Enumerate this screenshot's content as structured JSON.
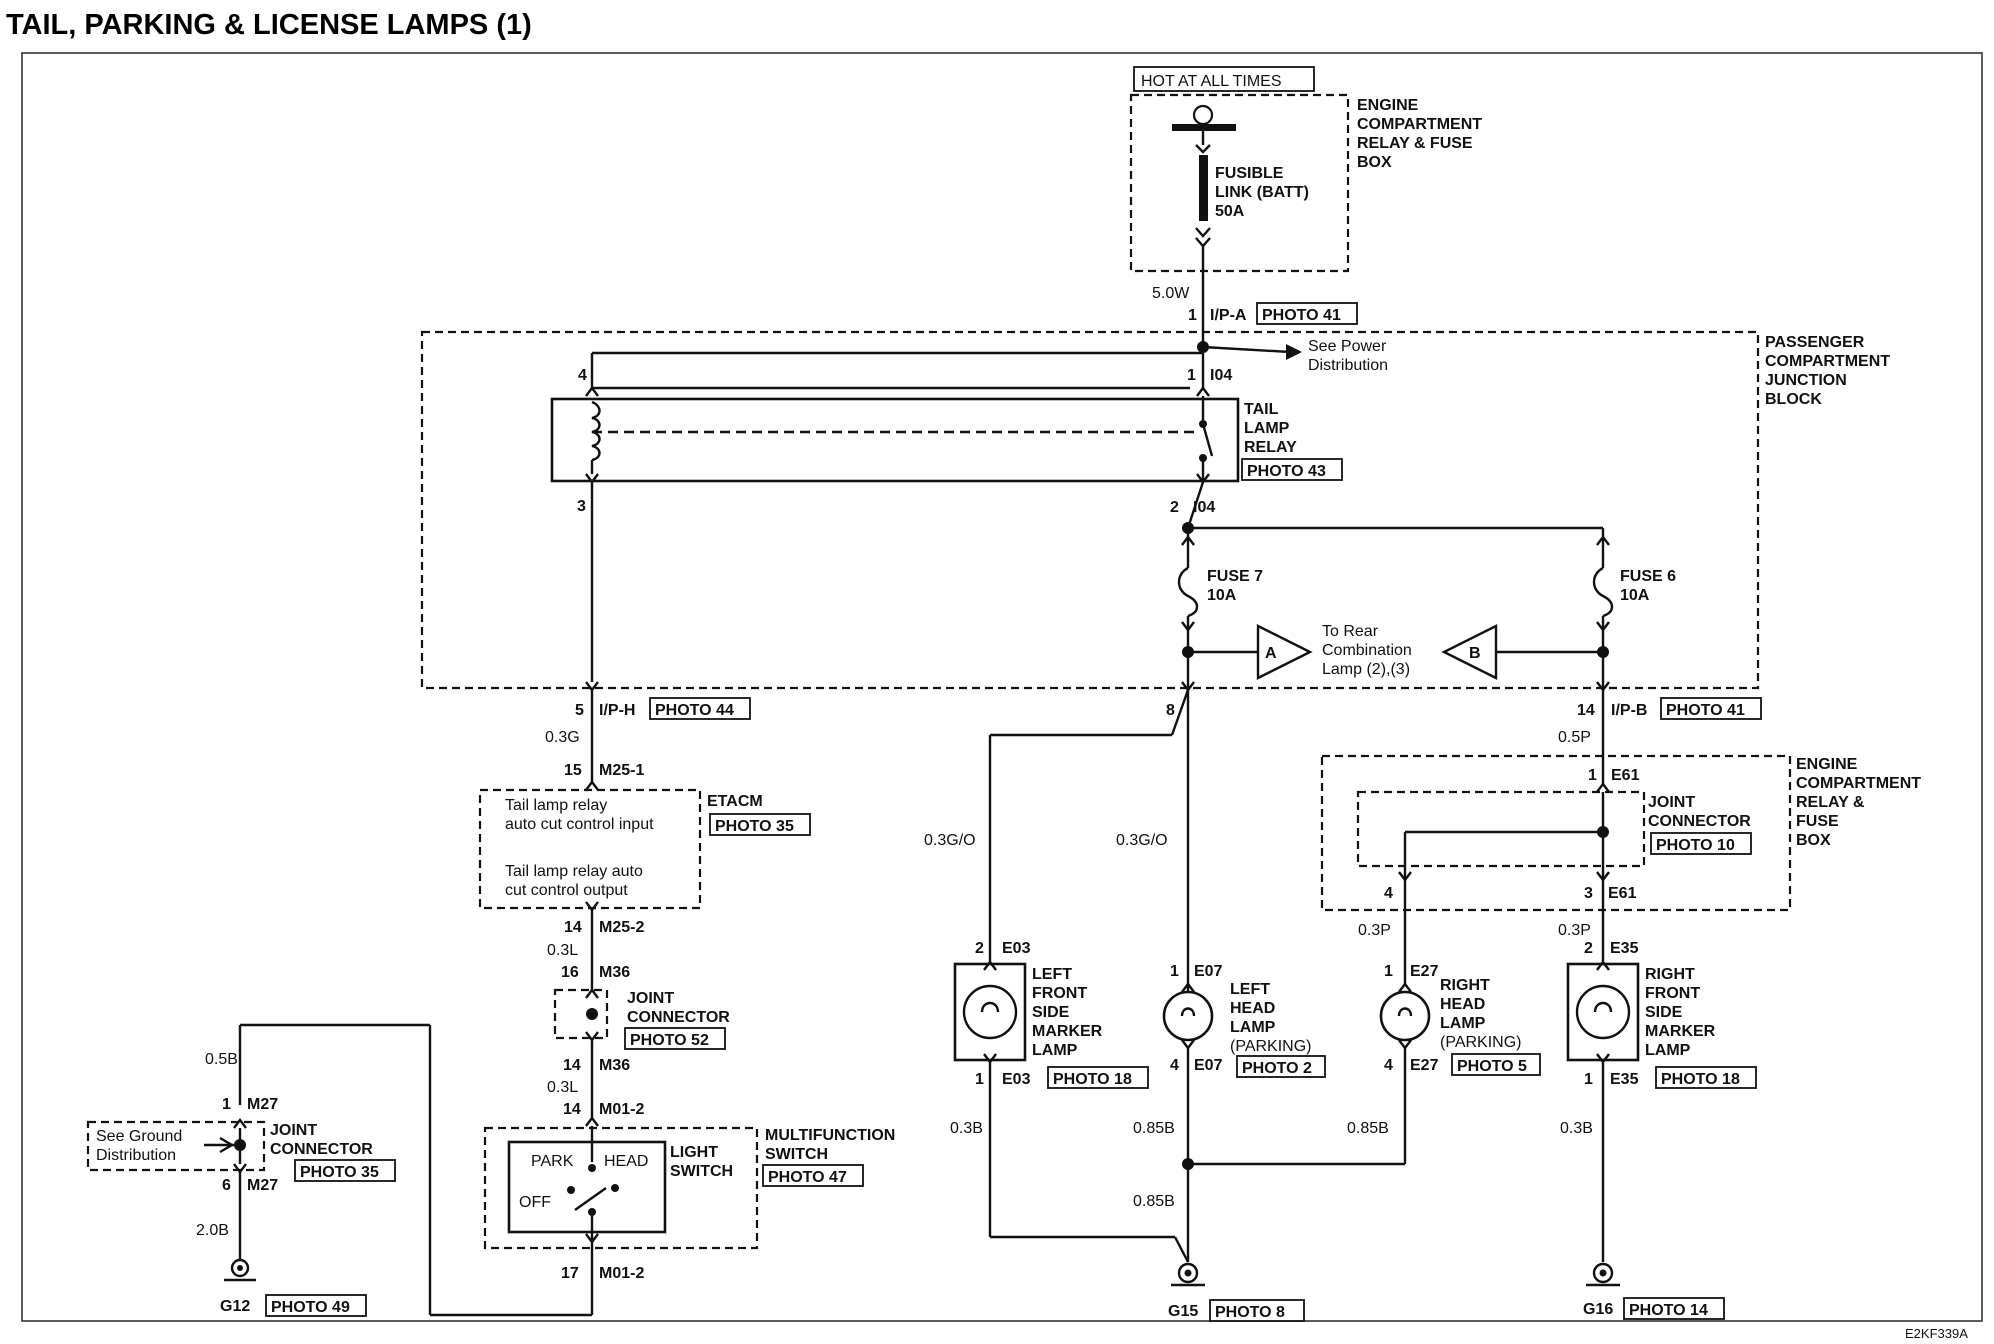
{
  "title": "TAIL, PARKING & LICENSE LAMPS (1)",
  "diagram_code": "E2KF339A",
  "power": {
    "hot_label": "HOT AT ALL TIMES",
    "fuse_box_name": [
      "ENGINE",
      "COMPARTMENT",
      "RELAY & FUSE",
      "BOX"
    ],
    "fusible_link": [
      "FUSIBLE",
      "LINK (BATT)",
      "50A"
    ]
  },
  "junction_block": {
    "name": [
      "PASSENGER",
      "COMPARTMENT",
      "JUNCTION",
      "BLOCK"
    ],
    "see_power": [
      "See Power",
      "Distribution"
    ],
    "relay_name": [
      "TAIL",
      "LAMP",
      "RELAY"
    ],
    "relay_photo": "PHOTO 43",
    "fuse7": [
      "FUSE 7",
      "10A"
    ],
    "fuse6": [
      "FUSE 6",
      "10A"
    ],
    "to_rear": [
      "To Rear",
      "Combination",
      "Lamp (2),(3)"
    ],
    "conn_a": "A",
    "conn_b": "B"
  },
  "connectors": {
    "ipa_pin": "1",
    "ipa": "I/P-A",
    "ipa_photo": "PHOTO 41",
    "i04_top_pin": "1",
    "i04_top": "I04",
    "pin4": "4",
    "pin3": "3",
    "i04_bot_pin": "2",
    "i04_bot": "I04",
    "iph_pin": "5",
    "iph": "I/P-H",
    "iph_photo": "PHOTO 44",
    "pin8": "8",
    "ipb_pin": "14",
    "ipb": "I/P-B",
    "ipb_photo": "PHOTO 41",
    "m251_pin": "15",
    "m251": "M25-1",
    "m252_pin": "14",
    "m252": "M25-2",
    "m36_top_pin": "16",
    "m36_top": "M36",
    "m36_bot_pin": "14",
    "m36_bot": "M36",
    "m012_top_pin": "14",
    "m012_top": "M01-2",
    "m012_bot_pin": "17",
    "m012_bot": "M01-2",
    "m27_top_pin": "1",
    "m27_top": "M27",
    "m27_bot_pin": "6",
    "m27_bot": "M27",
    "e61_top_pin": "1",
    "e61_top": "E61",
    "e61_pin4": "4",
    "e61_bot_pin": "3",
    "e61_bot": "E61",
    "e03_top_pin": "2",
    "e03_top": "E03",
    "e03_bot_pin": "1",
    "e03_bot": "E03",
    "e07_top_pin": "1",
    "e07_top": "E07",
    "e07_bot_pin": "4",
    "e07_bot": "E07",
    "e27_top_pin": "1",
    "e27_top": "E27",
    "e27_bot_pin": "4",
    "e27_bot": "E27",
    "e35_top_pin": "2",
    "e35_top": "E35",
    "e35_bot_pin": "1",
    "e35_bot": "E35"
  },
  "wires": {
    "w50w": "5.0W",
    "w03g": "0.3G",
    "w03l_a": "0.3L",
    "w03l_b": "0.3L",
    "w05b": "0.5B",
    "w20b": "2.0B",
    "w05p": "0.5P",
    "w03go_a": "0.3G/O",
    "w03go_b": "0.3G/O",
    "w03p_a": "0.3P",
    "w03p_b": "0.3P",
    "w03b_a": "0.3B",
    "w085b_a": "0.85B",
    "w085b_b": "0.85B",
    "w085b_c": "0.85B",
    "w03b_b": "0.3B"
  },
  "etacm": {
    "name": "ETACM",
    "photo": "PHOTO 35",
    "input_text": [
      "Tail lamp relay",
      "auto cut control input"
    ],
    "output_text": [
      "Tail lamp relay auto",
      "cut control output"
    ]
  },
  "joint_m36": {
    "name": [
      "JOINT",
      "CONNECTOR"
    ],
    "photo": "PHOTO 52"
  },
  "joint_m27": {
    "name": [
      "JOINT",
      "CONNECTOR"
    ],
    "photo": "PHOTO 35",
    "see_ground": [
      "See Ground",
      "Distribution"
    ]
  },
  "joint_e61": {
    "name": [
      "JOINT",
      "CONNECTOR"
    ],
    "photo": "PHOTO 10"
  },
  "engine_box_2": [
    "ENGINE",
    "COMPARTMENT",
    "RELAY &",
    "FUSE",
    "BOX"
  ],
  "switch": {
    "mf_name": [
      "MULTIFUNCTION",
      "SWITCH"
    ],
    "mf_photo": "PHOTO 47",
    "light_name": [
      "LIGHT",
      "SWITCH"
    ],
    "park": "PARK",
    "head": "HEAD",
    "off": "OFF"
  },
  "lamps": {
    "left_side": {
      "name": [
        "LEFT",
        "FRONT",
        "SIDE",
        "MARKER",
        "LAMP"
      ],
      "photo": "PHOTO 18"
    },
    "left_head": {
      "name": [
        "LEFT",
        "HEAD",
        "LAMP",
        "(PARKING)"
      ],
      "photo": "PHOTO 2"
    },
    "right_head": {
      "name": [
        "RIGHT",
        "HEAD",
        "LAMP",
        "(PARKING)"
      ],
      "photo": "PHOTO 5"
    },
    "right_side": {
      "name": [
        "RIGHT",
        "FRONT",
        "SIDE",
        "MARKER",
        "LAMP"
      ],
      "photo": "PHOTO 18"
    }
  },
  "grounds": {
    "g12": "G12",
    "g12_photo": "PHOTO 49",
    "g15": "G15",
    "g15_photo": "PHOTO 8",
    "g16": "G16",
    "g16_photo": "PHOTO 14"
  }
}
